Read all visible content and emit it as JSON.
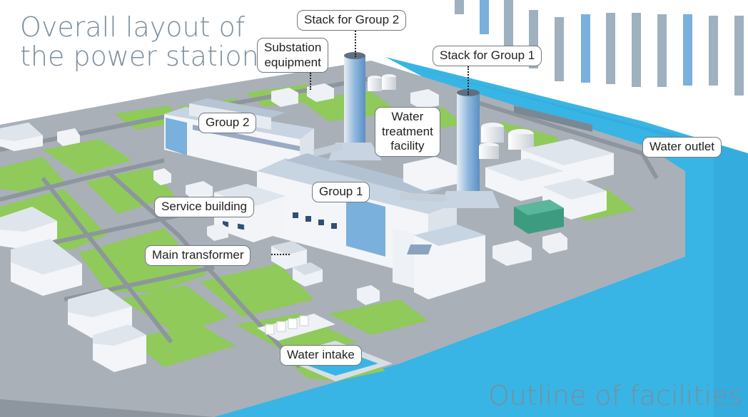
{
  "title": {
    "line1": "Overall layout of",
    "line2": "the power station"
  },
  "subtitle": "Outline of facilities",
  "labels": {
    "stack_group_2": "Stack for Group 2",
    "substation_line1": "Substation",
    "substation_line2": "equipment",
    "stack_group_1": "Stack for Group 1",
    "group_2": "Group 2",
    "water_treatment_line1": "Water",
    "water_treatment_line2": "treatment",
    "water_treatment_line3": "facility",
    "water_outlet": "Water outlet",
    "group_1": "Group 1",
    "service_building": "Service building",
    "main_transformer": "Main transformer",
    "water_intake": "Water intake"
  },
  "colors": {
    "water": "#38b5e5",
    "grass": "#8fca5a",
    "road": "#a3aab2",
    "building_roof": "#c7d4e2",
    "building_wall": "#f1f4f7",
    "stack": "#8fb8dc",
    "title_text": "#7a8e9e",
    "accent_stripe_blue": "#7ab0dc",
    "accent_stripe_gray": "#9fb0bf"
  }
}
